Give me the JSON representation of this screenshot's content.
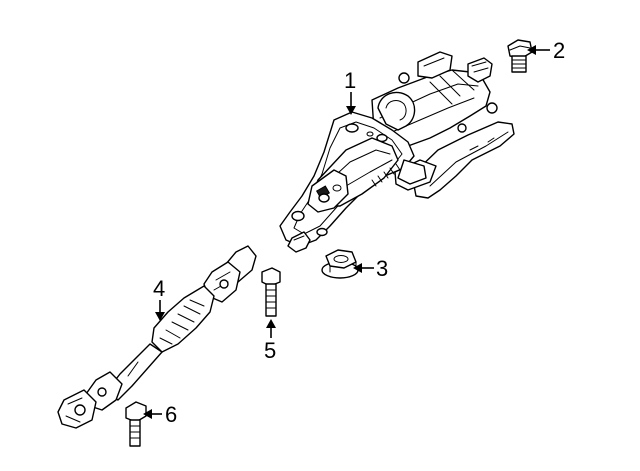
{
  "callouts": [
    {
      "number": "1",
      "part": "steering-column-assembly"
    },
    {
      "number": "2",
      "part": "column-bolt"
    },
    {
      "number": "3",
      "part": "column-nut"
    },
    {
      "number": "4",
      "part": "intermediate-shaft"
    },
    {
      "number": "5",
      "part": "shaft-bolt"
    },
    {
      "number": "6",
      "part": "lower-bolt"
    }
  ],
  "colors": {
    "line": "#000000",
    "background": "#ffffff"
  }
}
